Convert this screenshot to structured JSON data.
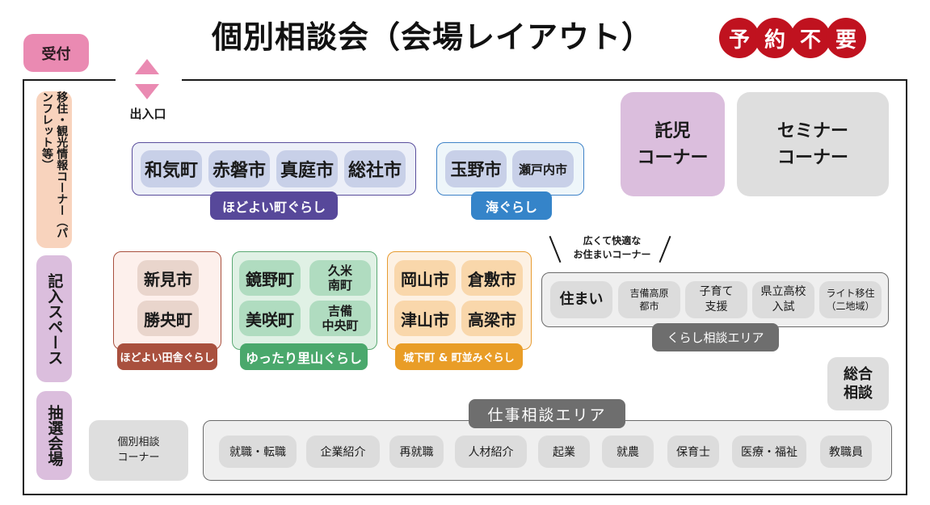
{
  "header": {
    "title": "個別相談会（会場レイアウト）",
    "badge_chars": [
      "予",
      "約",
      "不",
      "要"
    ],
    "reception": "受付",
    "entrance": "出入口"
  },
  "colors": {
    "badge": "#c0121f",
    "reception": "#ea8ab2",
    "hodoyoi": "#57489a",
    "umi": "#3584c9",
    "inaka": "#a9503e",
    "satoyama": "#4aa86c",
    "machinami": "#e99d27",
    "area_gray": "#6e6e6e"
  },
  "side_labels": {
    "info": "移住・観光情報コーナー（パンフレット等）",
    "write": "記入スペース",
    "lottery": "抽選会場"
  },
  "groups": {
    "hodoyoi": {
      "label": "ほどよい町ぐらし",
      "items": [
        "和気町",
        "赤磐市",
        "真庭市",
        "総社市"
      ]
    },
    "umi": {
      "label": "海ぐらし",
      "items": [
        "玉野市",
        "瀬戸内市"
      ]
    },
    "inaka": {
      "label": "ほどよい田舎ぐらし",
      "items": [
        "新見市",
        "勝央町"
      ]
    },
    "satoyama": {
      "label": "ゆったり里山ぐらし",
      "items": [
        "鏡野町",
        "久米\n南町",
        "美咲町",
        "吉備\n中央町"
      ]
    },
    "machinami": {
      "label": "城下町 & 町並みぐらし",
      "items": [
        "岡山市",
        "倉敷市",
        "津山市",
        "高梁市"
      ]
    },
    "kurashi": {
      "label": "くらし相談エリア",
      "caption": "広くて快適な\nお住まいコーナー",
      "items": [
        "住まい",
        "吉備高原\n都市",
        "子育て\n支援",
        "県立高校\n入試",
        "ライト移住\n（二地域）"
      ]
    },
    "work": {
      "label": "仕事相談エリア",
      "items": [
        "就職・転職",
        "企業紹介",
        "再就職",
        "人材紹介",
        "起業",
        "就農",
        "保育士",
        "医療・福祉",
        "教職員"
      ]
    }
  },
  "corners": {
    "childcare": "託児\nコーナー",
    "seminar": "セミナー\nコーナー",
    "general": "総合\n相談",
    "individual": "個別相談\nコーナー"
  }
}
